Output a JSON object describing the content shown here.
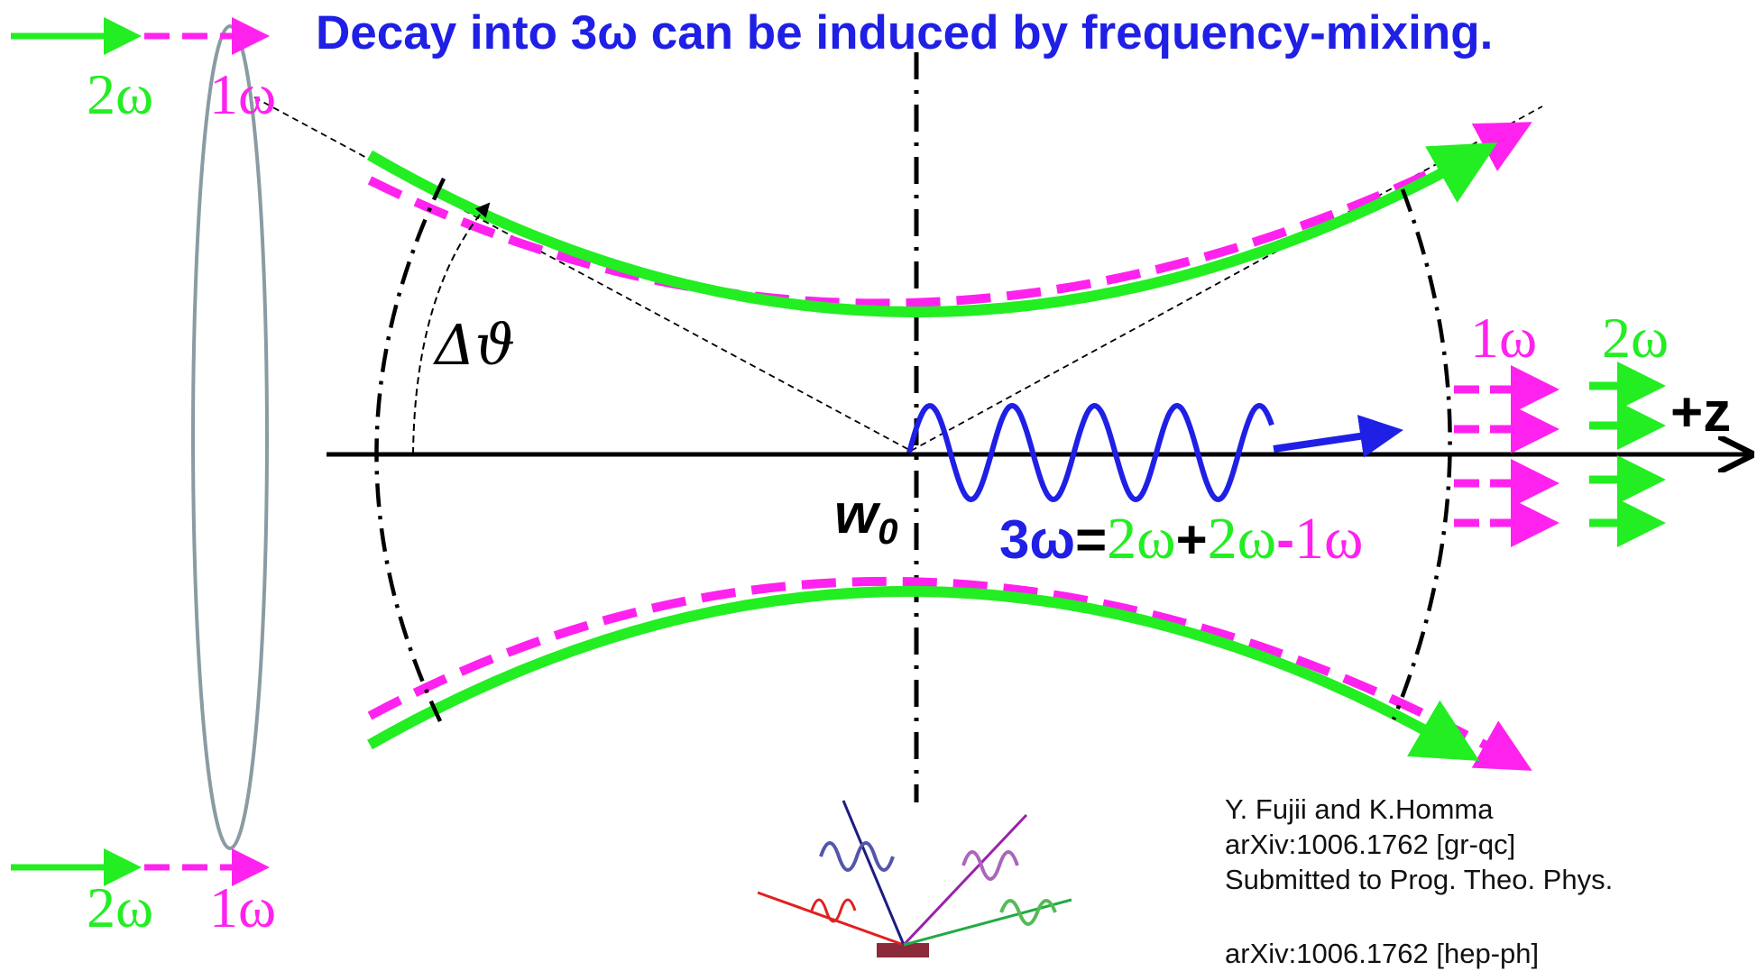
{
  "title": "Decay into 3ω can be induced by frequency-mixing.",
  "labels": {
    "top_left_2w": "2ω",
    "top_left_1w": "1ω",
    "bottom_left_2w": "2ω",
    "bottom_left_1w": "1ω",
    "right_1w": "1ω",
    "right_2w": "2ω",
    "delta_theta": "Δϑ",
    "waist": "w",
    "waist_sub": "0",
    "axis": "+z"
  },
  "equation": {
    "lhs": "3ω",
    "eq": "=",
    "t1": "2ω",
    "p1": "+",
    "t2": "2ω",
    "m1": "-",
    "t3": "1ω"
  },
  "reference": {
    "line1": "Y. Fujii and K.Homma",
    "line2": "arXiv:1006.1762 [gr-qc]",
    "line3": "Submitted to Prog. Theo. Phys.",
    "line4": "arXiv:1006.1762 [hep-ph]"
  },
  "colors": {
    "green": "#22ee22",
    "magenta": "#ff22ee",
    "blue": "#1f1fe6",
    "lens": "#8a9ba3"
  }
}
